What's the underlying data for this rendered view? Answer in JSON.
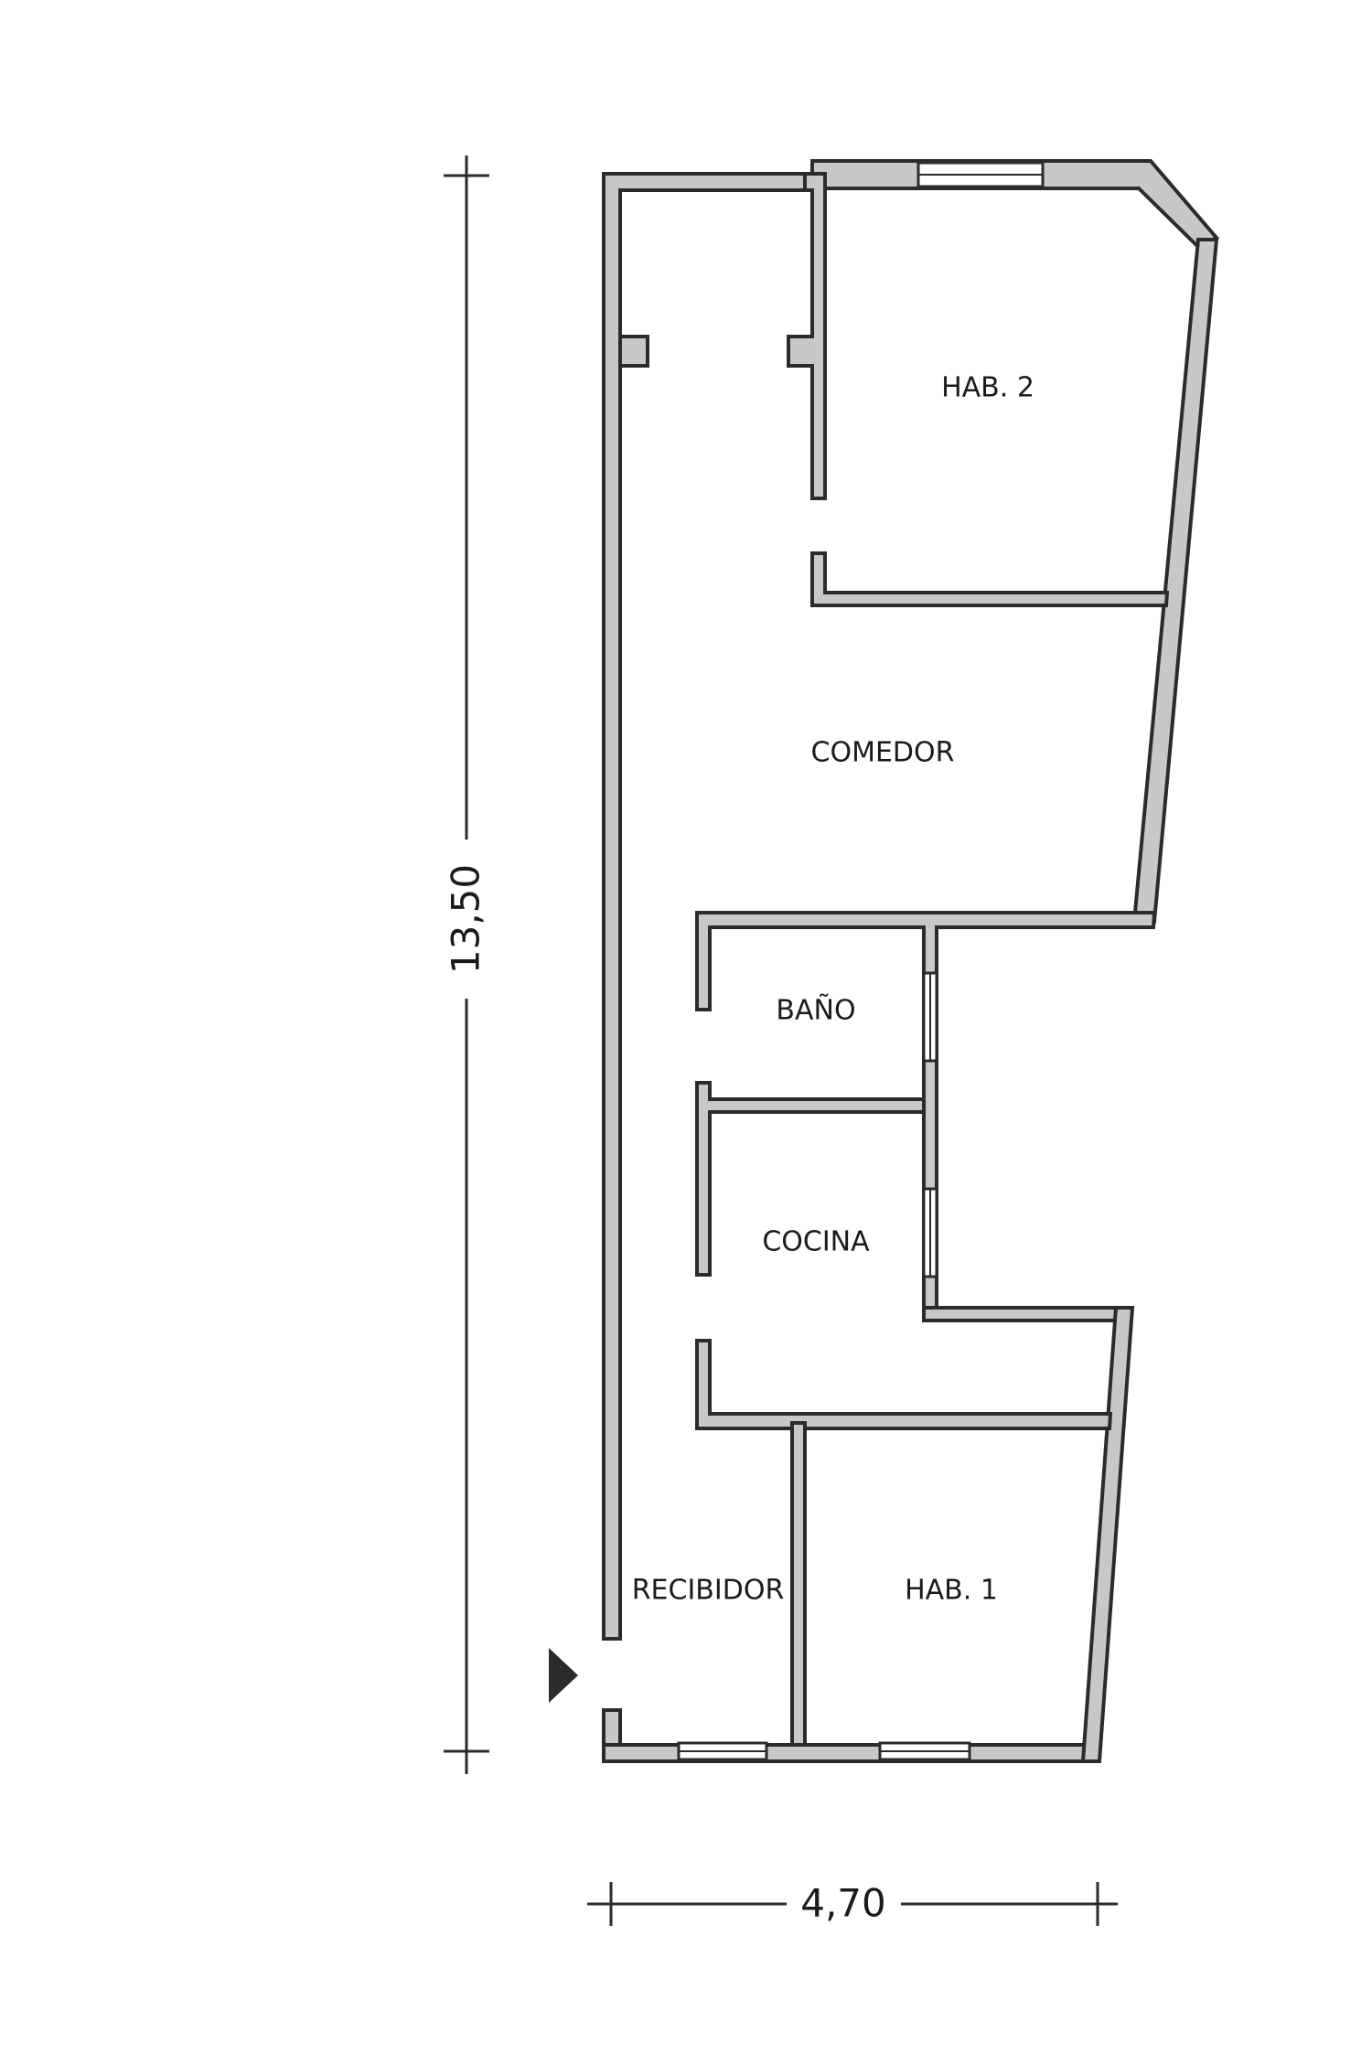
{
  "plan": {
    "rooms": {
      "hab2": "HAB. 2",
      "comedor": "COMEDOR",
      "bano": "BAÑO",
      "cocina": "COCINA",
      "recibidor": "RECIBIDOR",
      "hab1": "HAB. 1"
    },
    "dimensions": {
      "height": "13,50",
      "width": "4,70"
    },
    "colors": {
      "wall_fill": "#c8c8c8",
      "wall_stroke": "#2b2b2b",
      "text": "#1a1a1a"
    },
    "icons": {
      "entrance": "triangle-arrow-icon"
    }
  }
}
